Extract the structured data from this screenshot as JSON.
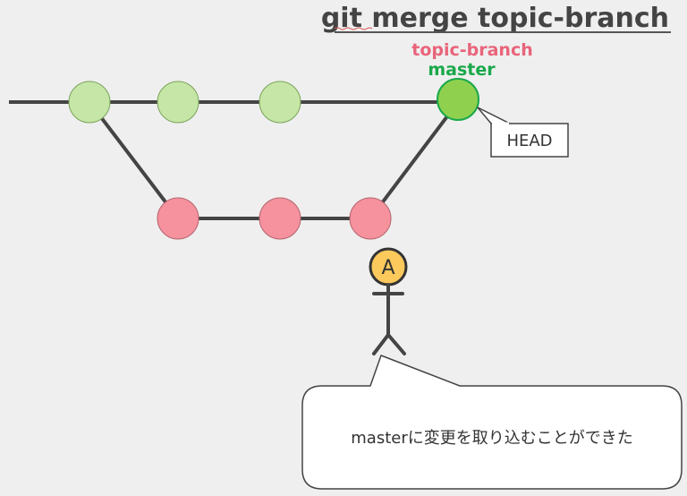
{
  "title": "git merge topic-branch",
  "labels": {
    "topic_branch": "topic-branch",
    "master": "master"
  },
  "head_label": "HEAD",
  "avatar": {
    "letter": "A"
  },
  "speech": "masterに変更を取り込むことができた",
  "colors": {
    "background": "#efefef",
    "master_commit": "#c5e6a6",
    "head_commit": "#8fd14f",
    "topic_commit": "#f5929d",
    "topic_label": "#e8647a",
    "master_label": "#1aa84a",
    "line": "#444444",
    "avatar": "#fbc95c"
  },
  "icons": {
    "avatar": "stick-figure-icon"
  }
}
